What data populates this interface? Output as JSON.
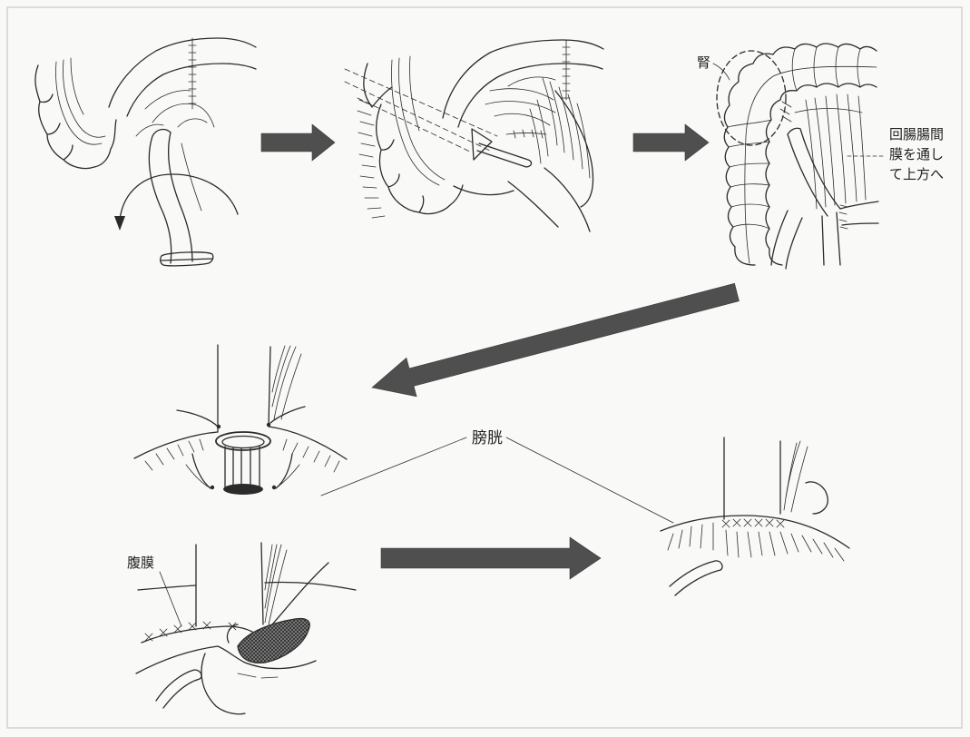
{
  "figure": {
    "labels": {
      "kidney": "腎",
      "mesentery_line1": "回腸腸間",
      "mesentery_line2": "膜を通し",
      "mesentery_line3": "て上方へ",
      "bladder": "膀胱",
      "peritoneum": "腹膜"
    }
  },
  "colors": {
    "background": "#f9f9f7",
    "ink": "#2b2b2b",
    "arrow": "#4f4f4f"
  }
}
